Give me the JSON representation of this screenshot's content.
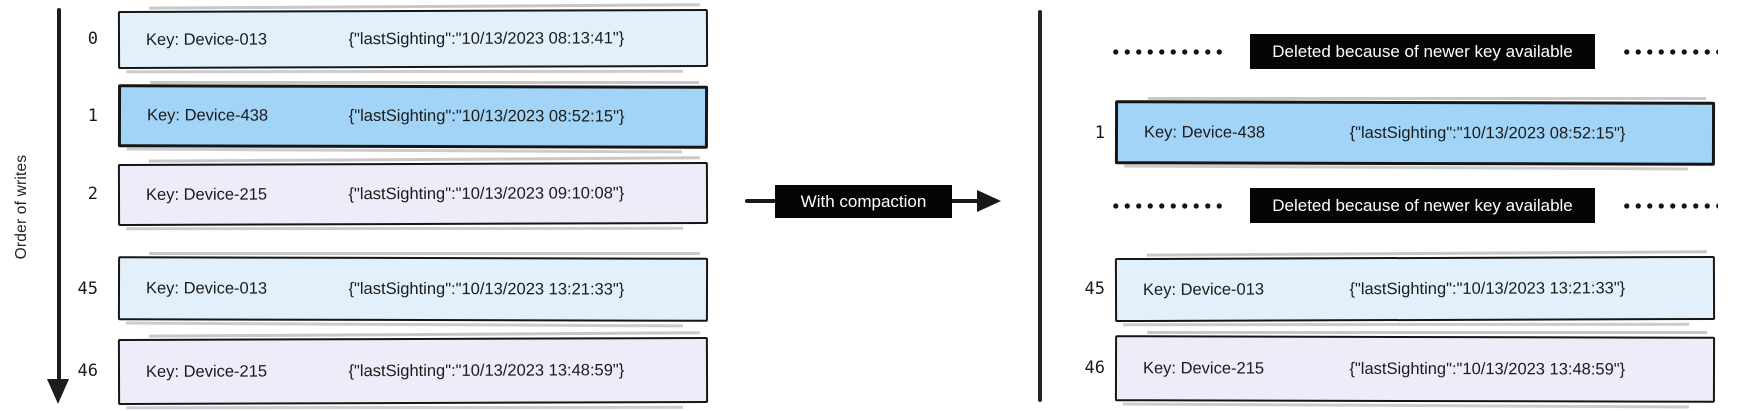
{
  "axis": {
    "label": "Order of writes"
  },
  "compaction": {
    "label": "With compaction"
  },
  "deleted_label": "Deleted because of newer key available",
  "colors": {
    "lightblue": "#E1F0FA",
    "blue": "#A2D4F7",
    "lavender": "#EFEBF8",
    "stroke": "#161616",
    "badge_bg": "#050505",
    "badge_text": "#FFFFFF"
  },
  "left": {
    "rows": [
      {
        "index": "0",
        "key": "Key: Device-013",
        "value": "{\"lastSighting\":\"10/13/2023 08:13:41\"}",
        "fill": "lightblue"
      },
      {
        "index": "1",
        "key": "Key: Device-438",
        "value": "{\"lastSighting\":\"10/13/2023 08:52:15\"}",
        "fill": "blue"
      },
      {
        "index": "2",
        "key": "Key: Device-215",
        "value": "{\"lastSighting\":\"10/13/2023 09:10:08\"}",
        "fill": "lavender"
      },
      {
        "index": "45",
        "key": "Key: Device-013",
        "value": "{\"lastSighting\":\"10/13/2023 13:21:33\"}",
        "fill": "lightblue"
      },
      {
        "index": "46",
        "key": "Key: Device-215",
        "value": "{\"lastSighting\":\"10/13/2023 13:48:59\"}",
        "fill": "lavender"
      }
    ]
  },
  "right": {
    "rows": [
      {
        "index": "1",
        "key": "Key: Device-438",
        "value": "{\"lastSighting\":\"10/13/2023 08:52:15\"}",
        "fill": "blue"
      },
      {
        "index": "45",
        "key": "Key: Device-013",
        "value": "{\"lastSighting\":\"10/13/2023 13:21:33\"}",
        "fill": "lightblue"
      },
      {
        "index": "46",
        "key": "Key: Device-215",
        "value": "{\"lastSighting\":\"10/13/2023 13:48:59\"}",
        "fill": "lavender"
      }
    ]
  }
}
